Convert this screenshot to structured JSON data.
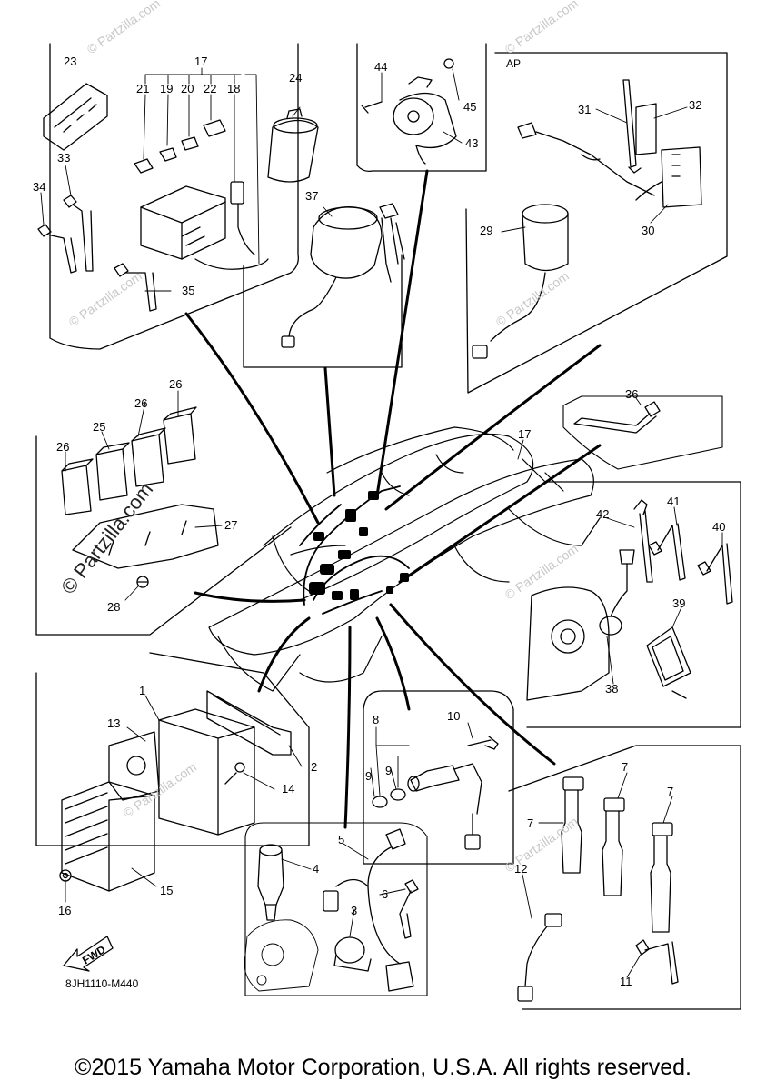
{
  "diagram": {
    "code": "8JH1110-M440",
    "ap_label": "AP",
    "fwd_label": "FWD",
    "watermark_side": "© Partzilla.com",
    "watermark_faint": "© Partzilla.com",
    "copyright": "©2015 Yamaha Motor Corporation, U.S.A. All rights reserved.",
    "part_numbers": {
      "p1": "1",
      "p2": "2",
      "p3": "3",
      "p4": "4",
      "p5": "5",
      "p6": "6",
      "p7": "7",
      "p8": "8",
      "p9": "9",
      "p10": "10",
      "p11": "11",
      "p12": "12",
      "p13": "13",
      "p14": "14",
      "p15": "15",
      "p16": "16",
      "p17": "17",
      "p18": "18",
      "p19": "19",
      "p20": "20",
      "p21": "21",
      "p22": "22",
      "p23": "23",
      "p24": "24",
      "p25": "25",
      "p26": "26",
      "p27": "27",
      "p28": "28",
      "p29": "29",
      "p30": "30",
      "p31": "31",
      "p32": "32",
      "p33": "33",
      "p34": "34",
      "p35": "35",
      "p36": "36",
      "p37": "37",
      "p38": "38",
      "p39": "39",
      "p40": "40",
      "p41": "41",
      "p42": "42",
      "p43": "43",
      "p44": "44",
      "p45": "45"
    }
  }
}
